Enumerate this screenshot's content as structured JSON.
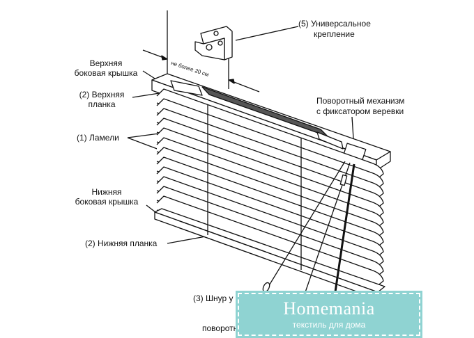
{
  "labels": {
    "universal_mount": [
      "(5) Универсальное",
      "крепление"
    ],
    "top_side_cover": [
      "Верхняя",
      "боковая крышка"
    ],
    "top_rail": [
      "(2) Верхняя",
      "планка"
    ],
    "rotation_mechanism": [
      "Поворотный механизм",
      "с фиксатором веревки"
    ],
    "slats": "(1) Ламели",
    "bottom_side_cover": [
      "Нижняя",
      "боковая крышка"
    ],
    "bottom_rail": "(2) Нижняя планка",
    "cord": "(3) Шнур у",
    "rotation_partial": "поворотн",
    "dimension": "не более 20 см"
  },
  "watermark": {
    "name": "Homemania",
    "tagline": "текстиль для дома",
    "color": "#8fd3d2"
  }
}
